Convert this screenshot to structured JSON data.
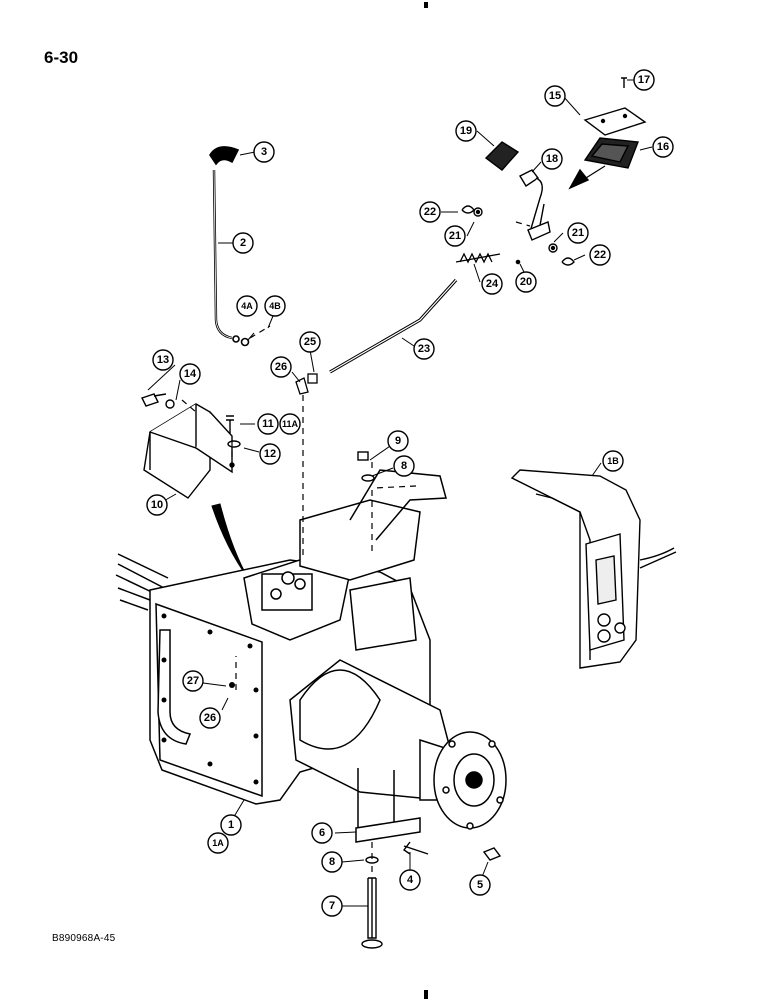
{
  "page": {
    "number": "6-30",
    "figure_code": "B890968A-45"
  },
  "callouts": [
    {
      "id": "c1",
      "label": "1"
    },
    {
      "id": "c1a",
      "label": "1A"
    },
    {
      "id": "c1b",
      "label": "1B"
    },
    {
      "id": "c2",
      "label": "2"
    },
    {
      "id": "c3",
      "label": "3"
    },
    {
      "id": "c4",
      "label": "4"
    },
    {
      "id": "c4a",
      "label": "4A"
    },
    {
      "id": "c4b",
      "label": "4B"
    },
    {
      "id": "c5",
      "label": "5"
    },
    {
      "id": "c6",
      "label": "6"
    },
    {
      "id": "c7",
      "label": "7"
    },
    {
      "id": "c8a",
      "label": "8"
    },
    {
      "id": "c8b",
      "label": "8"
    },
    {
      "id": "c9",
      "label": "9"
    },
    {
      "id": "c10",
      "label": "10"
    },
    {
      "id": "c11",
      "label": "11"
    },
    {
      "id": "c11a",
      "label": "11A"
    },
    {
      "id": "c12",
      "label": "12"
    },
    {
      "id": "c13",
      "label": "13"
    },
    {
      "id": "c14",
      "label": "14"
    },
    {
      "id": "c15",
      "label": "15"
    },
    {
      "id": "c16",
      "label": "16"
    },
    {
      "id": "c17",
      "label": "17"
    },
    {
      "id": "c18",
      "label": "18"
    },
    {
      "id": "c19",
      "label": "19"
    },
    {
      "id": "c20",
      "label": "20"
    },
    {
      "id": "c21a",
      "label": "21"
    },
    {
      "id": "c21b",
      "label": "21"
    },
    {
      "id": "c22a",
      "label": "22"
    },
    {
      "id": "c22b",
      "label": "22"
    },
    {
      "id": "c23",
      "label": "23"
    },
    {
      "id": "c24",
      "label": "24"
    },
    {
      "id": "c25",
      "label": "25"
    },
    {
      "id": "c26a",
      "label": "26"
    },
    {
      "id": "c26b",
      "label": "26"
    },
    {
      "id": "c27",
      "label": "27"
    }
  ]
}
